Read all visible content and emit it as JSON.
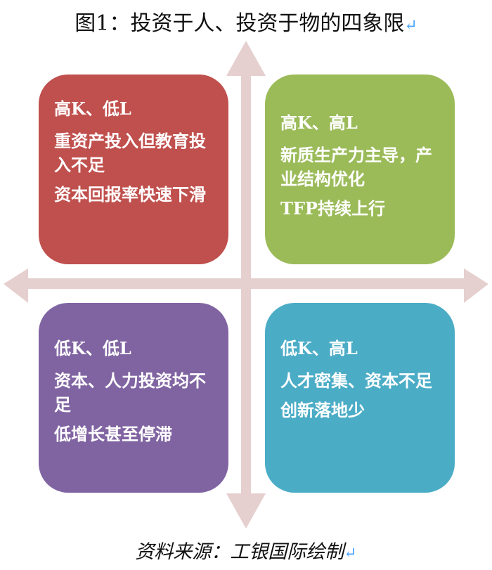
{
  "title": "图1：投资于人、投资于物的四象限",
  "return_mark": "↵",
  "colors": {
    "arrow": "#E6CFCF",
    "top_left": "#C0504D",
    "top_right": "#9BBB59",
    "bottom_left": "#8064A2",
    "bottom_right": "#4BACC6"
  },
  "quadrants": {
    "top_left": {
      "heading": "高K、低L",
      "lines": [
        "重资产投入但教育投入不足",
        "资本回报率快速下滑"
      ]
    },
    "top_right": {
      "heading": "高K、高L",
      "lines": [
        "新质生产力主导，产业结构优化",
        "TFP持续上行"
      ]
    },
    "bottom_left": {
      "heading": "低K、低L",
      "lines": [
        "资本、人力投资均不足",
        "低增长甚至停滞"
      ]
    },
    "bottom_right": {
      "heading": "低K、高L",
      "lines": [
        "人才密集、资本不足",
        "创新落地少"
      ]
    }
  },
  "footer": "资料来源：工银国际绘制"
}
